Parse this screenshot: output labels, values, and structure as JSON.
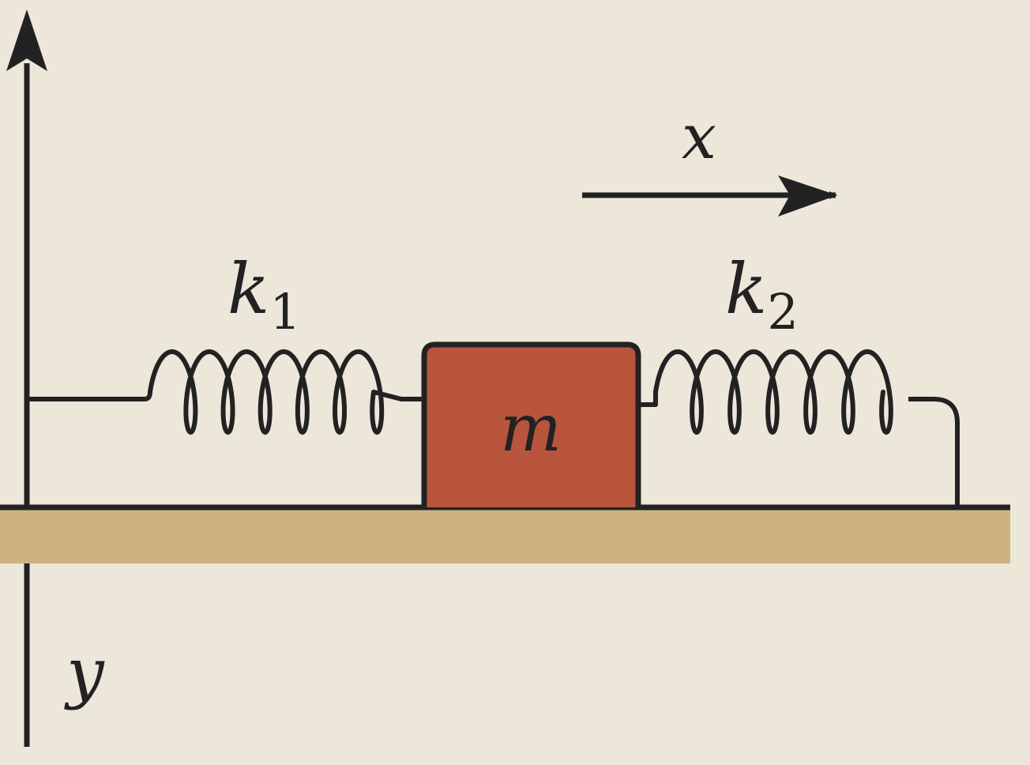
{
  "colors": {
    "background": "#ede7da",
    "ink": "#222222",
    "ground": "#cdb381",
    "mass": "#b9553c"
  },
  "labels": {
    "y_axis": "y",
    "x_direction": "x",
    "mass": "m",
    "spring_left_symbol": "k",
    "spring_left_subscript": "1",
    "spring_right_symbol": "k",
    "spring_right_subscript": "2"
  }
}
